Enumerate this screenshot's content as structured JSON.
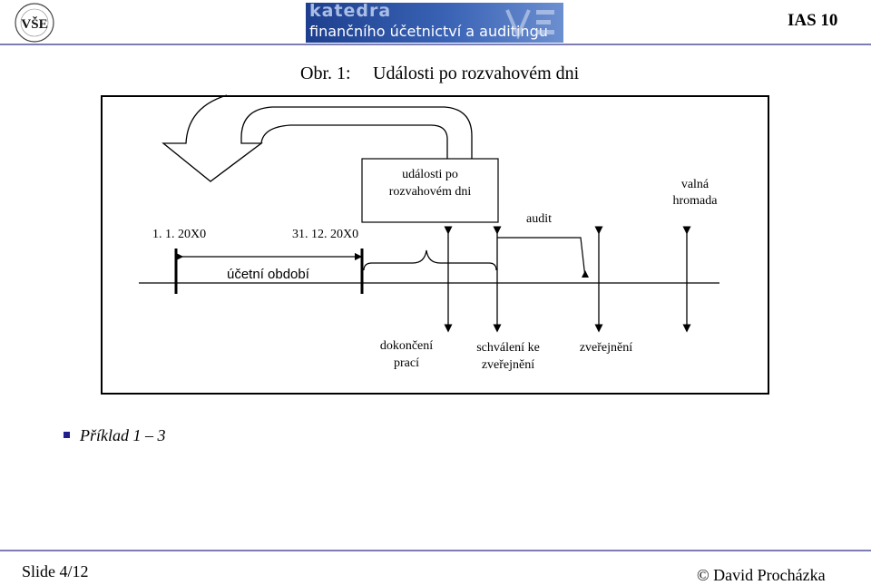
{
  "header": {
    "logo_text": "VŠE",
    "banner_line1": "katedra",
    "banner_line2": "finančního účetnictví a auditingu",
    "code": "IAS 10"
  },
  "figure": {
    "label": "Obr. 1:",
    "title": "Události po rozvahovém dni"
  },
  "diagram": {
    "date_start": "1. 1. 20X0",
    "date_end": "31. 12. 20X0",
    "period_label": "účetní období",
    "events_box_line1": "události po",
    "events_box_line2": "rozvahovém dni",
    "audit_label": "audit",
    "meeting_line1": "valná",
    "meeting_line2": "hromada",
    "completion_line1": "dokončení",
    "completion_line2": "prací",
    "approval_line1": "schválení ke",
    "approval_line2": "zveřejnění",
    "publication_label": "zveřejnění"
  },
  "bullets": [
    {
      "text": "Příklad 1 – 3"
    }
  ],
  "footer": {
    "slide": "Slide 4/12",
    "copyright": "© David Procházka"
  }
}
